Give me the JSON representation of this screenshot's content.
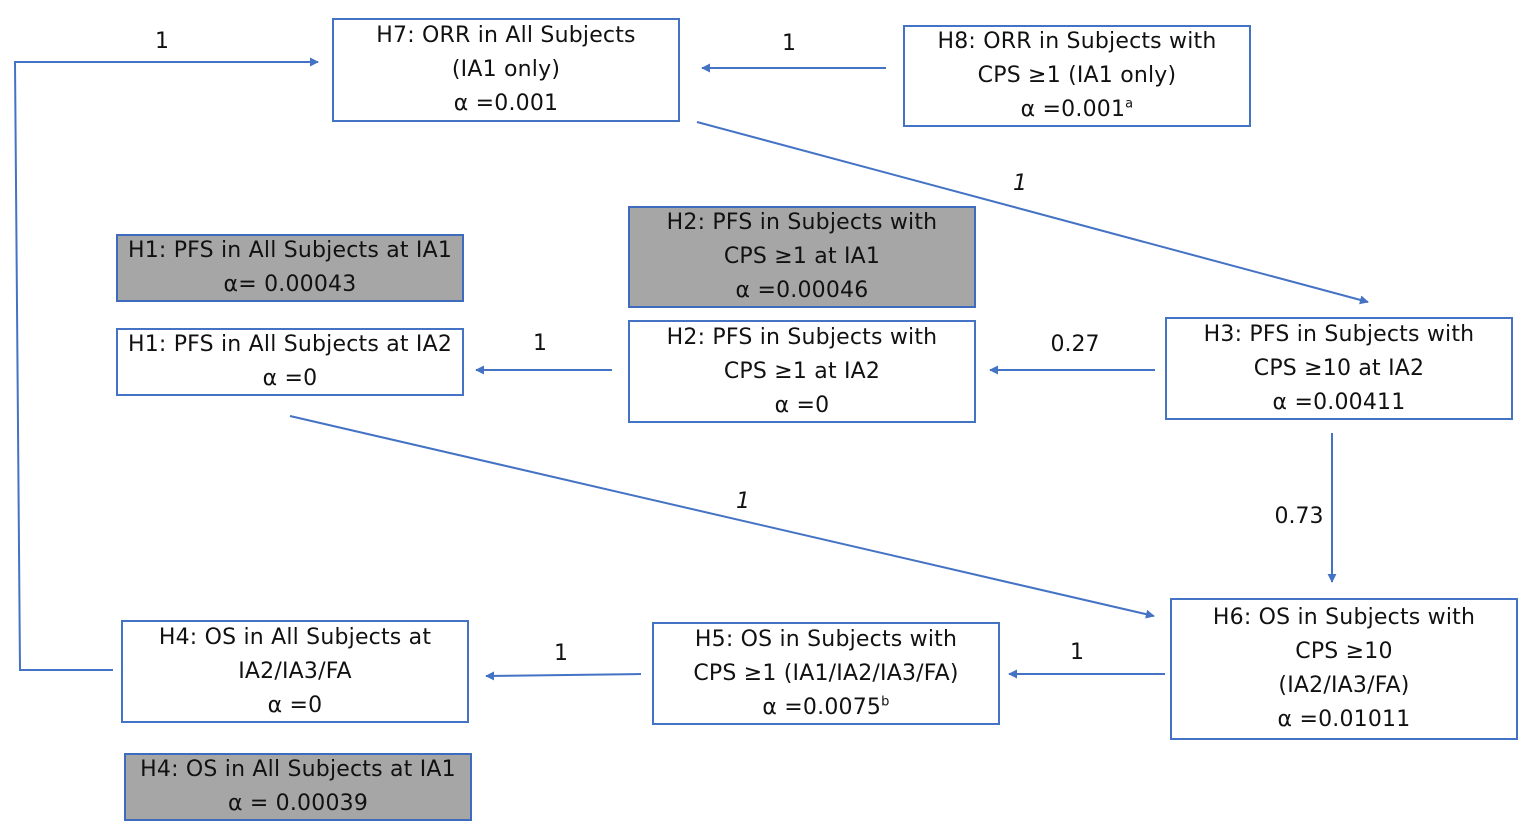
{
  "colors": {
    "line": "#4472c4",
    "gray_fill": "#a6a6a6"
  },
  "nodes": {
    "h7": {
      "l1": "H7: ORR in All Subjects",
      "l2": "(IA1 only)",
      "l3": "α =0.001"
    },
    "h8": {
      "l1": "H8: ORR in Subjects with",
      "l2": "CPS ≥1 (IA1 only)",
      "l3": "α =0.001",
      "sup": "a"
    },
    "h1_ia1": {
      "l1": "H1: PFS in All Subjects at IA1",
      "l2": "α= 0.00043"
    },
    "h2_ia1": {
      "l1": "H2: PFS in Subjects with",
      "l2": "CPS ≥1 at IA1",
      "l3": "α =0.00046"
    },
    "h1_ia2": {
      "l1": "H1: PFS in All Subjects at IA2",
      "l2": "α =0"
    },
    "h2_ia2": {
      "l1": "H2: PFS in Subjects with",
      "l2": "CPS ≥1 at IA2",
      "l3": "α =0"
    },
    "h3": {
      "l1": "H3: PFS in Subjects with",
      "l2": "CPS ≥10 at IA2",
      "l3": "α =0.00411"
    },
    "h6": {
      "l1": "H6: OS in Subjects with",
      "l2": "CPS ≥10",
      "l3": "(IA2/IA3/FA)",
      "l4": "α =0.01011"
    },
    "h5": {
      "l1": "H5: OS in Subjects with",
      "l2": "CPS ≥1 (IA1/IA2/IA3/FA)",
      "l3": "α =0.0075",
      "sup": "b"
    },
    "h4": {
      "l1": "H4: OS in All Subjects at",
      "l2": "IA2/IA3/FA",
      "l3": "α =0"
    },
    "h4_ia1": {
      "l1": "H4: OS in All Subjects at IA1",
      "l2": "α = 0.00039"
    }
  },
  "edges": {
    "h4_to_h7": "1",
    "h8_to_h7": "1",
    "h7_to_h3": "1",
    "h2_to_h1": "1",
    "h3_to_h2": "0.27",
    "h1_to_h6": "1",
    "h3_to_h6": "0.73",
    "h6_to_h5": "1",
    "h5_to_h4": "1"
  }
}
